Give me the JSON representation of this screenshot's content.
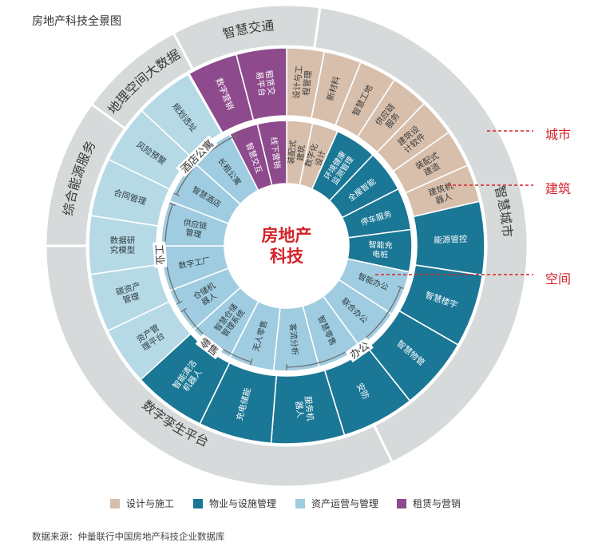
{
  "title": "房地产科技全景图",
  "center_label": [
    "房地产",
    "科技"
  ],
  "colors": {
    "design": "#d7bfac",
    "property": "#1a7795",
    "asset_inner": "#9fcce0",
    "asset_outer": "#b6d9e6",
    "leasing": "#8d4a8c",
    "outer_ring": "#d7dadb",
    "accent_red": "#d2232a",
    "arc_line": "#6f6f6f"
  },
  "outer_ring": [
    "智慧交通",
    "智慧城市",
    "数字孪生平台",
    "综合能源服务",
    "地理空间大数据"
  ],
  "middle_ring": {
    "design": [
      "设计与工程管理",
      "新材料",
      "智慧工地",
      "供应链服务",
      "建筑设计软件",
      "装配式建造",
      "建筑机器人"
    ],
    "property": [
      "能源管控",
      "智慧楼宇",
      "智慧物管",
      "安防",
      "服务机器人",
      "充电储能",
      "智能清洁机器人"
    ],
    "asset": [
      "资产管理平台",
      "碳资产管理",
      "数据研究模型",
      "合同管理",
      "风险预警",
      "规划选址"
    ],
    "leasing": [
      "数字营销",
      "租赁交易平台"
    ]
  },
  "inner_ring": {
    "design": [
      "装配式建筑",
      "数字化设计"
    ],
    "property": [
      "环境健康监测管理",
      "全屋智能",
      "停车服务",
      "智能充电桩"
    ],
    "asset": [
      "智能办公",
      "联合办公",
      "智慧零售",
      "客流分析",
      "无人零售",
      "智慧仓储管理系统",
      "仓储机器人",
      "数字工厂",
      "供应链管理",
      "智慧酒店",
      "长租公寓"
    ],
    "leasing": [
      "智慧交互",
      "线下营销"
    ]
  },
  "arc_labels": [
    "酒店公寓",
    "工业",
    "零售",
    "办公"
  ],
  "side_labels": [
    "城市",
    "建筑",
    "空间"
  ],
  "legend": [
    "设计与施工",
    "物业与设施管理",
    "资产运营与管理",
    "租赁与营销"
  ],
  "source": "数据来源：仲量联行中国房地产科技企业数据库"
}
